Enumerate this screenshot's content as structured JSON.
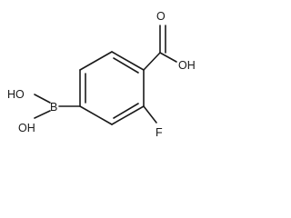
{
  "molecule": {
    "labels": {
      "carboxyl_oh": "OH",
      "carbonyl_o": "O",
      "fluorine": "F",
      "boron": "B",
      "boron_oh_upper": "HO",
      "boron_oh_lower": "OH"
    }
  }
}
